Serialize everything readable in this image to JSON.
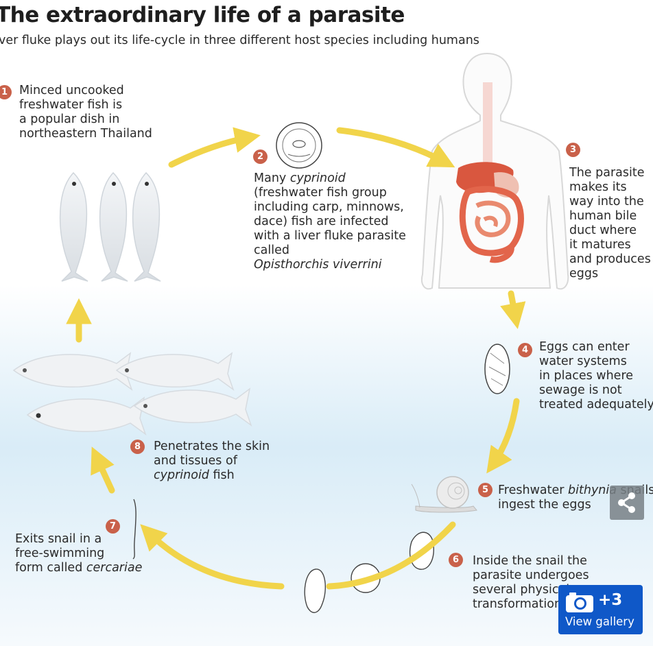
{
  "title": "The extraordinary life of a parasite",
  "subtitle": "ver fluke plays out its life-cycle in three different host species including humans",
  "steps": [
    {
      "number": "1",
      "lines": [
        "Minced uncooked",
        "freshwater fish is",
        "a popular dish in",
        "northeastern Thailand"
      ]
    },
    {
      "number": "2",
      "line1_prefix": "Many ",
      "line1_italic": "cyprinoid",
      "lines": [
        "(freshwater fish group",
        "including carp, minnows,",
        "dace) fish are infected",
        "with a liver fluke parasite",
        "called"
      ],
      "species": "Opisthorchis viverrini"
    },
    {
      "number": "3",
      "lines": [
        "The parasite",
        "makes its",
        "way into the",
        "human bile",
        "duct where",
        "it matures",
        "and produces",
        "eggs"
      ]
    },
    {
      "number": "4",
      "lines": [
        "Eggs can enter",
        "water systems",
        "in places where",
        "sewage is not",
        "treated adequately"
      ]
    },
    {
      "number": "5",
      "line1_prefix": "Freshwater ",
      "line1_italic": "bithynia",
      "line1_suffix": " snails",
      "lines": [
        "ingest the eggs"
      ]
    },
    {
      "number": "6",
      "lines": [
        "Inside the snail the",
        "parasite undergoes",
        "several physical",
        "transformations"
      ]
    },
    {
      "number": "7",
      "lines": [
        "Exits snail in a",
        "free-swimming"
      ],
      "line3_prefix": "form called ",
      "line3_italic": "cercariae"
    },
    {
      "number": "8",
      "lines": [
        "Penetrates the skin",
        "and tissues of"
      ],
      "line3_italic": "cyprinoid",
      "line3_suffix": " fish"
    }
  ],
  "overlay": {
    "gallery_count": "+3",
    "gallery_label": "View gallery",
    "camera_icon": "camera-icon",
    "share_icon": "share-icon"
  },
  "colors": {
    "arrow": "#f1d44a",
    "step_badge": "#c9614a",
    "gallery_button": "#0f58c8",
    "water_gradient": "#d9ecf7",
    "organs": "#e2654b"
  }
}
